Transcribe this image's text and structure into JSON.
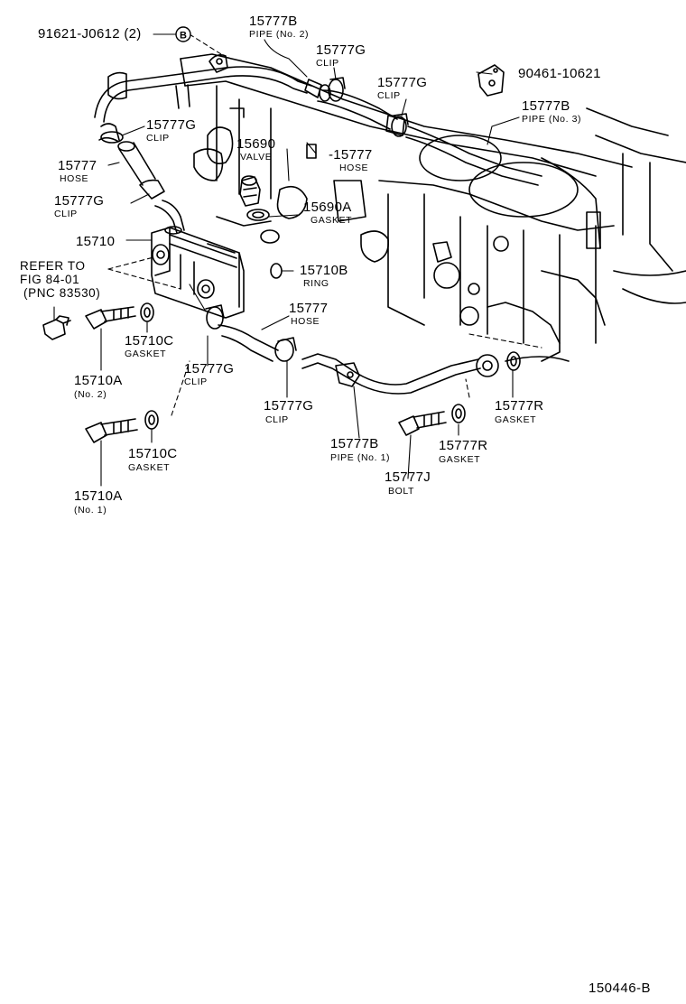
{
  "callouts": {
    "c91621": {
      "pn": "91621-J0612 (2)",
      "mark": "B"
    },
    "c15777B_2": {
      "pn": "15777B",
      "name": "PIPE (No. 2)"
    },
    "c15777G_top": {
      "pn": "15777G",
      "name": "CLIP"
    },
    "c90461": {
      "pn": "90461-10621"
    },
    "c15777G_mid": {
      "pn": "15777G",
      "name": "CLIP"
    },
    "c15777B_3": {
      "pn": "15777B",
      "name": "PIPE (No. 3)"
    },
    "c15777G_left": {
      "pn": "15777G",
      "name": "CLIP"
    },
    "c15690": {
      "pn": "15690",
      "name": "VALVE"
    },
    "c15777_hose_top": {
      "pn": "-15777",
      "name": "HOSE"
    },
    "c15777_hose_left": {
      "pn": "15777",
      "name": "HOSE"
    },
    "c15777G_left2": {
      "pn": "15777G",
      "name": "CLIP"
    },
    "c15690A": {
      "pn": "15690A",
      "name": "GASKET"
    },
    "c15710": {
      "pn": "15710"
    },
    "c_refer": {
      "line1": "REFER TO",
      "line2": "FIG 84-01",
      "line3": "(PNC 83530)"
    },
    "c15710B": {
      "pn": "15710B",
      "name": "RING"
    },
    "c15777_hose_mid": {
      "pn": "15777",
      "name": "HOSE"
    },
    "c15710C_1": {
      "pn": "15710C",
      "name": "GASKET"
    },
    "c15777G_c": {
      "pn": "15777G",
      "name": "CLIP"
    },
    "c15710A_2": {
      "pn": "15710A",
      "name": "(No. 2)"
    },
    "c15777G_d": {
      "pn": "15777G",
      "name": "CLIP"
    },
    "c15777R_1": {
      "pn": "15777R",
      "name": "GASKET"
    },
    "c15777B_1": {
      "pn": "15777B",
      "name": "PIPE (No. 1)"
    },
    "c15777R_2": {
      "pn": "15777R",
      "name": "GASKET"
    },
    "c15710C_2": {
      "pn": "15710C",
      "name": "GASKET"
    },
    "c15777J": {
      "pn": "15777J",
      "name": "BOLT"
    },
    "c15710A_1": {
      "pn": "15710A",
      "name": "(No. 1)"
    }
  },
  "footer": {
    "code": "150446-B"
  }
}
